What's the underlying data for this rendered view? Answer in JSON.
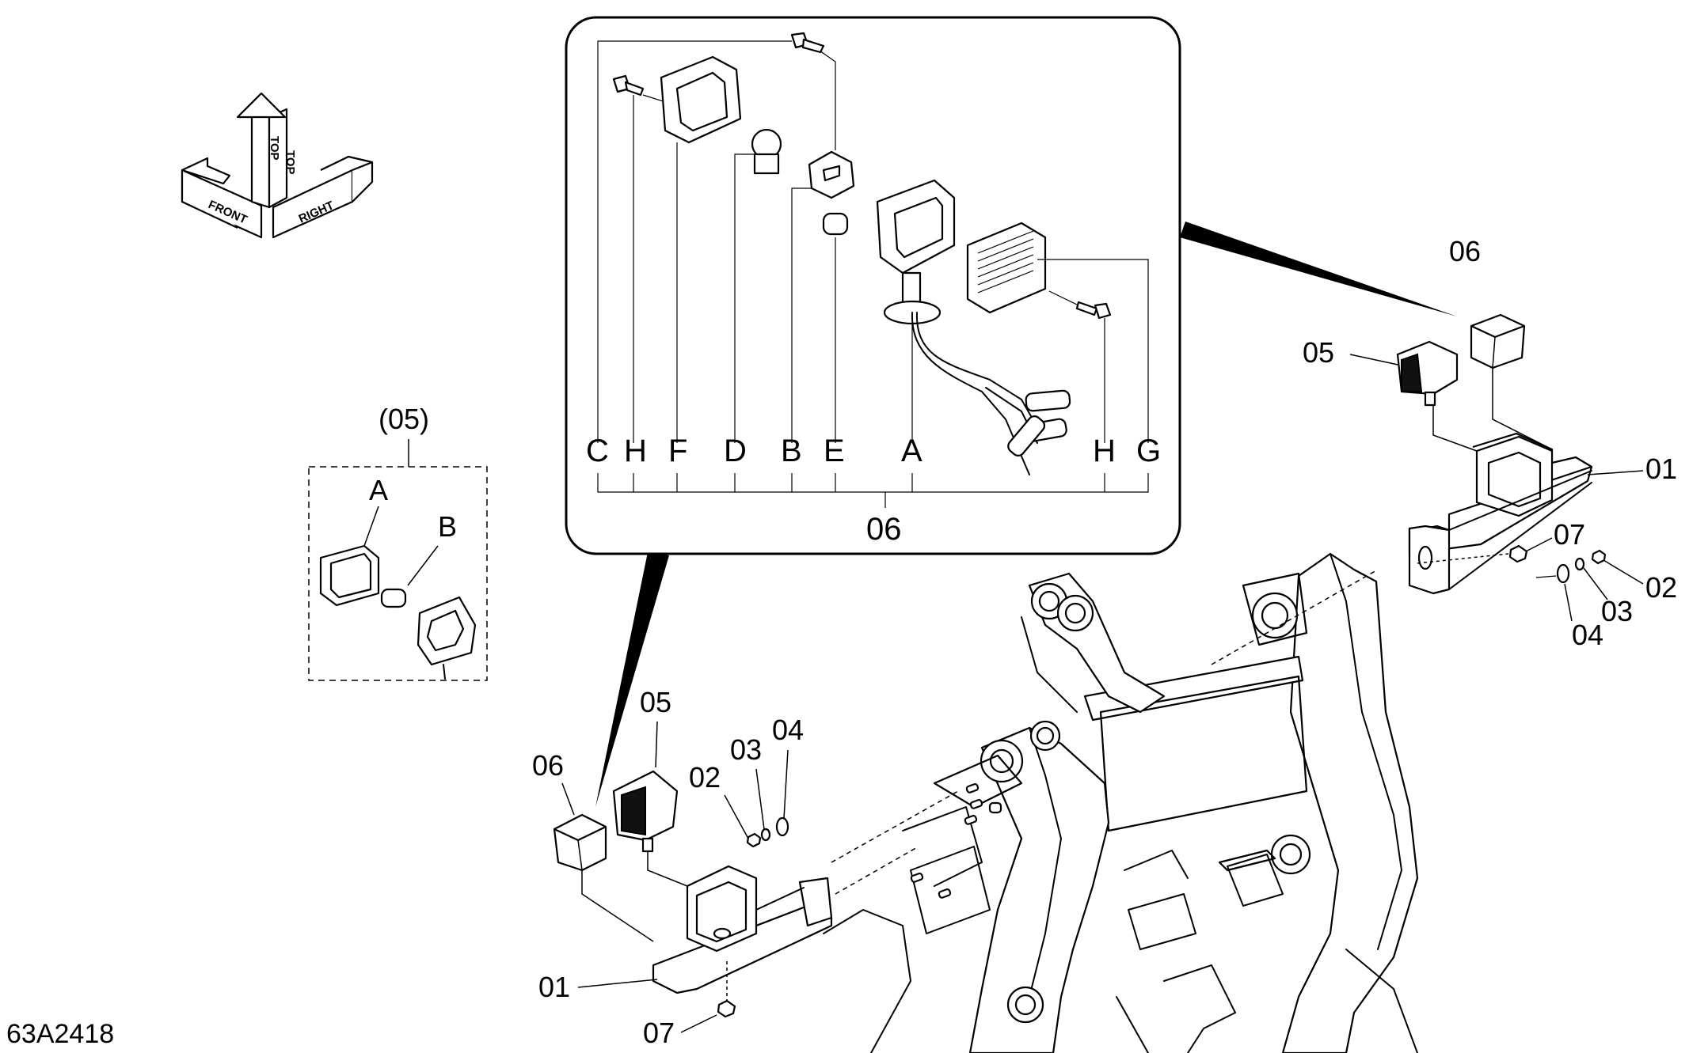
{
  "drawing_code": "63A2418",
  "orientation": {
    "front": "FRONT",
    "top": "TOP",
    "right": "RIGHT"
  },
  "detail_group": {
    "label": "(05)",
    "parts": [
      "A",
      "B"
    ]
  },
  "inset": {
    "letters": [
      "C",
      "H",
      "F",
      "D",
      "B",
      "E",
      "A",
      "H",
      "G"
    ],
    "assembly_number": "06"
  },
  "callouts": {
    "right_bracket": {
      "p06": "06",
      "p05": "05",
      "p01": "01",
      "p07": "07",
      "p02": "02",
      "p03": "03",
      "p04": "04"
    },
    "left_bracket": {
      "p05": "05",
      "p06": "06",
      "p02": "02",
      "p03": "03",
      "p04": "04",
      "p01": "01",
      "p07": "07"
    }
  }
}
